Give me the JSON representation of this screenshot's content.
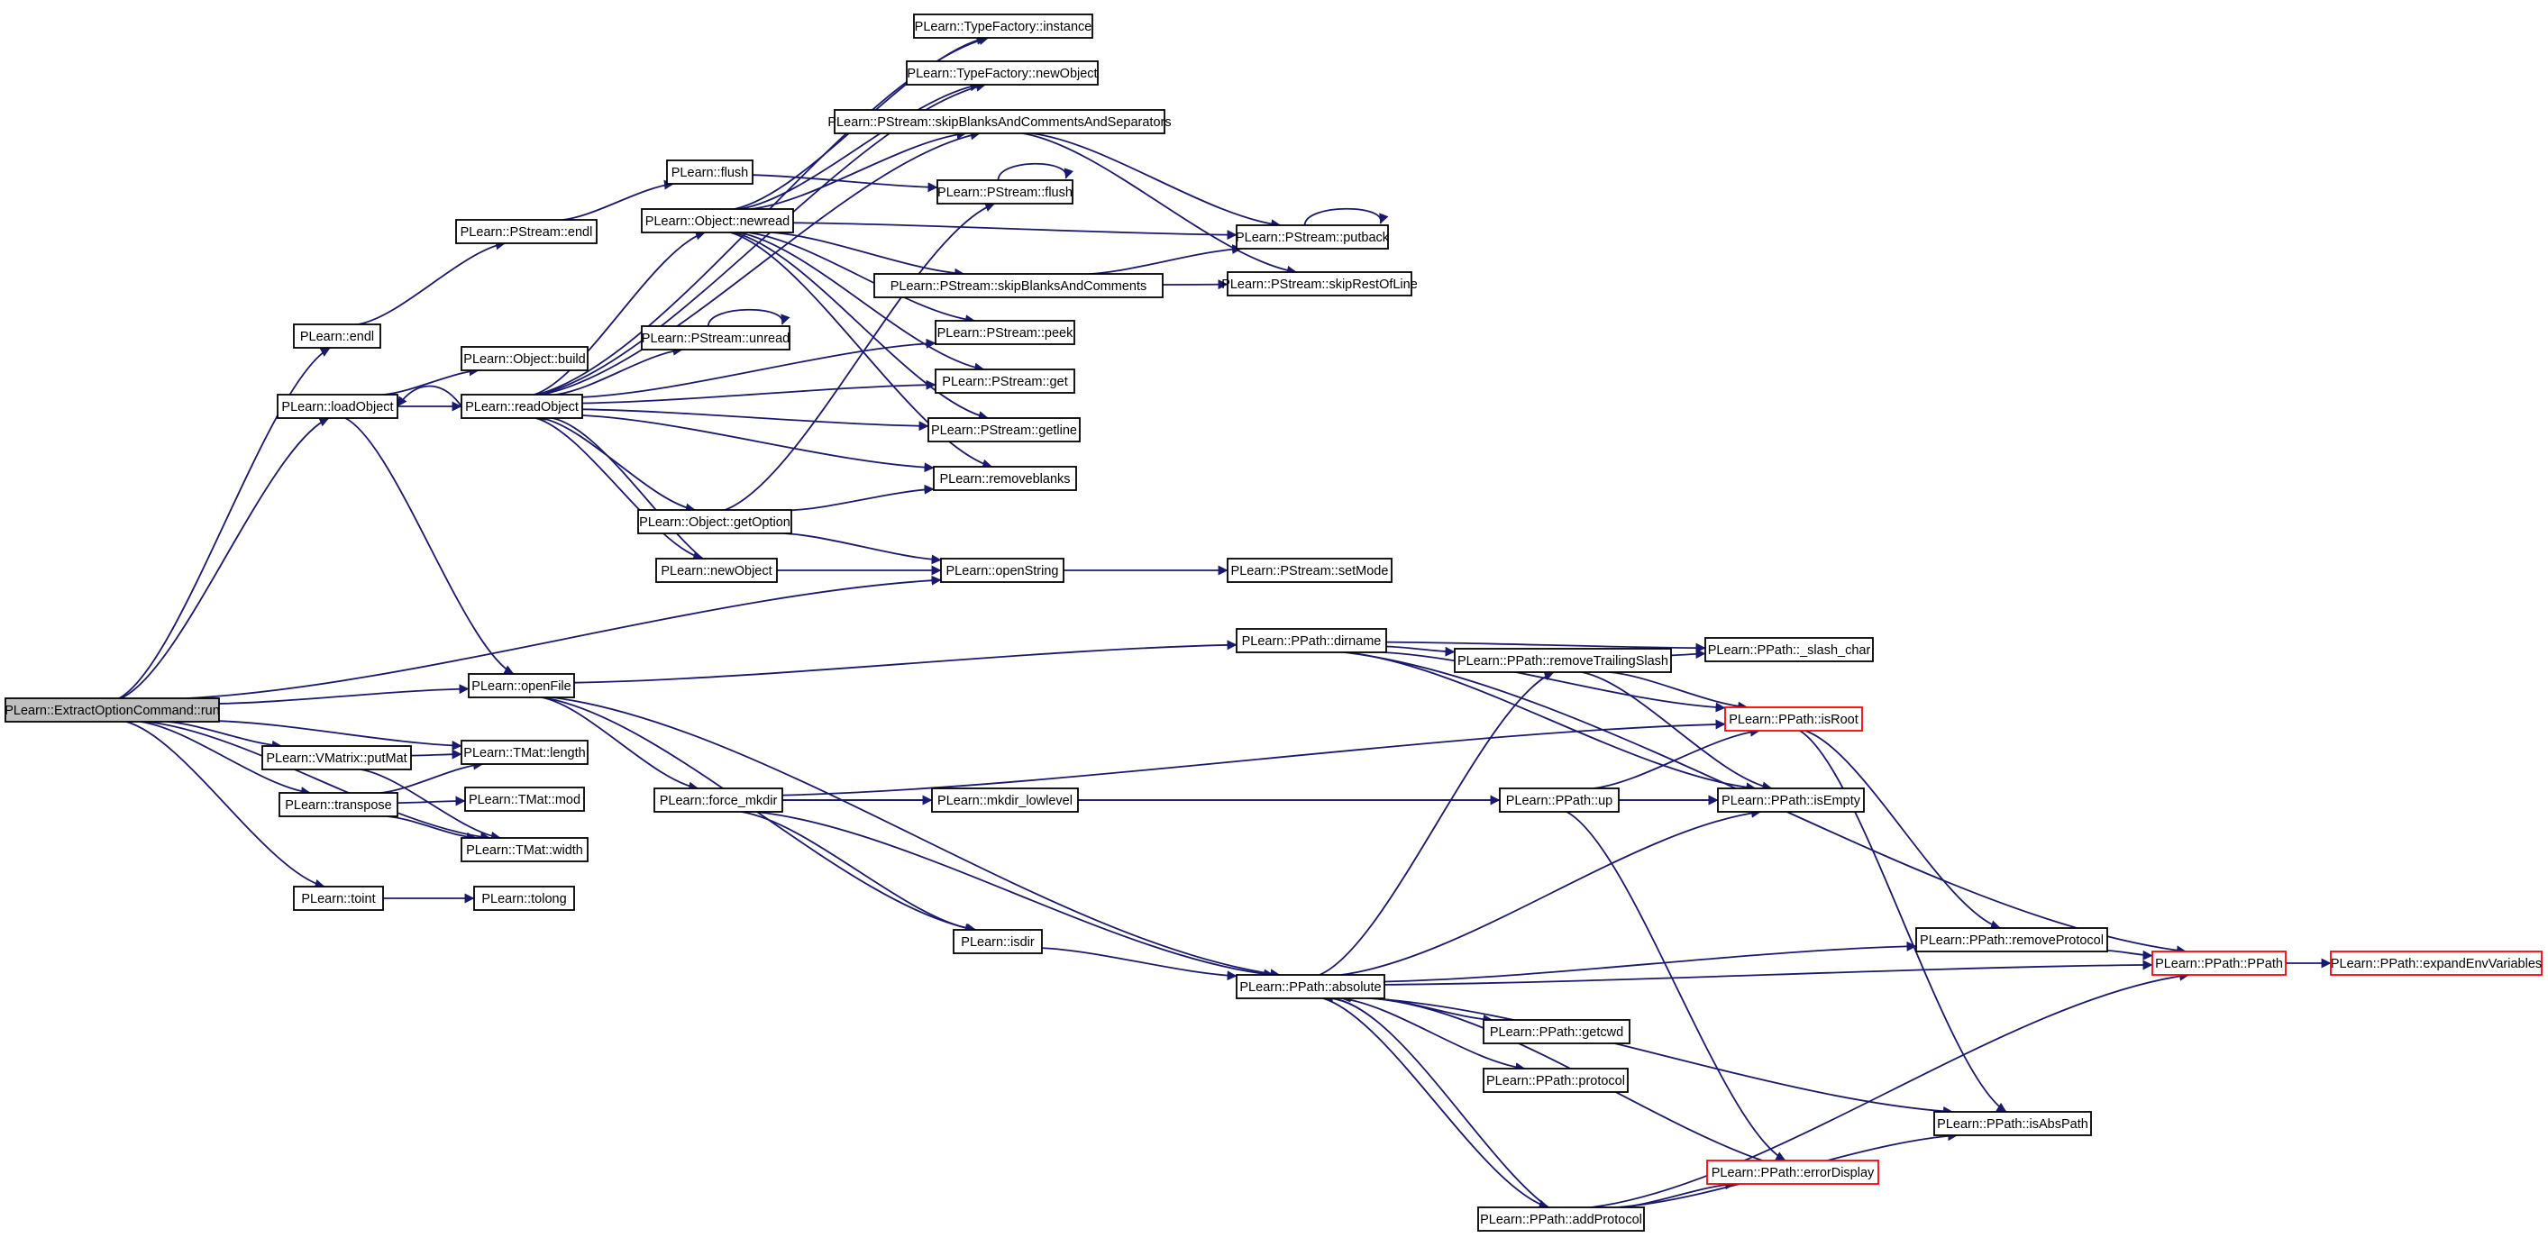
{
  "graph": {
    "edge_color": "#191970",
    "node_fill": "#ffffff",
    "root_fill": "#bfbfbf",
    "truncated_border_color": "#ff0000",
    "nodes": [
      {
        "id": "run",
        "label": "PLearn::ExtractOptionCommand::run",
        "root": true
      },
      {
        "id": "endl",
        "label": "PLearn::endl"
      },
      {
        "id": "loadObject",
        "label": "PLearn::loadObject"
      },
      {
        "id": "openFile",
        "label": "PLearn::openFile"
      },
      {
        "id": "putMat",
        "label": "PLearn::VMatrix::putMat"
      },
      {
        "id": "transpose",
        "label": "PLearn::transpose"
      },
      {
        "id": "toint",
        "label": "PLearn::toint"
      },
      {
        "id": "pstream_endl",
        "label": "PLearn::PStream::endl"
      },
      {
        "id": "object_build",
        "label": "PLearn::Object::build"
      },
      {
        "id": "readObject",
        "label": "PLearn::readObject"
      },
      {
        "id": "tmat_length",
        "label": "PLearn::TMat::length"
      },
      {
        "id": "tmat_mod",
        "label": "PLearn::TMat::mod"
      },
      {
        "id": "tmat_width",
        "label": "PLearn::TMat::width"
      },
      {
        "id": "tolong",
        "label": "PLearn::tolong"
      },
      {
        "id": "flush",
        "label": "PLearn::flush"
      },
      {
        "id": "newread",
        "label": "PLearn::Object::newread"
      },
      {
        "id": "unread",
        "label": "PLearn::PStream::unread"
      },
      {
        "id": "getOption",
        "label": "PLearn::Object::getOption"
      },
      {
        "id": "newObject",
        "label": "PLearn::newObject"
      },
      {
        "id": "force_mkdir",
        "label": "PLearn::force_mkdir"
      },
      {
        "id": "tf_instance",
        "label": "PLearn::TypeFactory::instance"
      },
      {
        "id": "tf_newObject",
        "label": "PLearn::TypeFactory::newObject"
      },
      {
        "id": "skipBACAS",
        "label": "PLearn::PStream::skipBlanksAndCommentsAndSeparators"
      },
      {
        "id": "ps_flush",
        "label": "PLearn::PStream::flush"
      },
      {
        "id": "skipBAC",
        "label": "PLearn::PStream::skipBlanksAndComments"
      },
      {
        "id": "peek",
        "label": "PLearn::PStream::peek"
      },
      {
        "id": "get",
        "label": "PLearn::PStream::get"
      },
      {
        "id": "getline",
        "label": "PLearn::PStream::getline"
      },
      {
        "id": "removeblanks",
        "label": "PLearn::removeblanks"
      },
      {
        "id": "openString",
        "label": "PLearn::openString"
      },
      {
        "id": "mkdir_lowlevel",
        "label": "PLearn::mkdir_lowlevel"
      },
      {
        "id": "isdir",
        "label": "PLearn::isdir"
      },
      {
        "id": "putback",
        "label": "PLearn::PStream::putback"
      },
      {
        "id": "skipRestOfLine",
        "label": "PLearn::PStream::skipRestOfLine"
      },
      {
        "id": "setMode",
        "label": "PLearn::PStream::setMode"
      },
      {
        "id": "dirname",
        "label": "PLearn::PPath::dirname"
      },
      {
        "id": "absolute",
        "label": "PLearn::PPath::absolute"
      },
      {
        "id": "addProtocol",
        "label": "PLearn::PPath::addProtocol"
      },
      {
        "id": "removeTrailingSlash",
        "label": "PLearn::PPath::removeTrailingSlash"
      },
      {
        "id": "up",
        "label": "PLearn::PPath::up"
      },
      {
        "id": "getcwd",
        "label": "PLearn::PPath::getcwd"
      },
      {
        "id": "protocol",
        "label": "PLearn::PPath::protocol"
      },
      {
        "id": "slash_char",
        "label": "PLearn::PPath::_slash_char"
      },
      {
        "id": "isRoot",
        "label": "PLearn::PPath::isRoot",
        "truncated": true
      },
      {
        "id": "isEmpty",
        "label": "PLearn::PPath::isEmpty"
      },
      {
        "id": "removeProtocol",
        "label": "PLearn::PPath::removeProtocol"
      },
      {
        "id": "isAbsPath",
        "label": "PLearn::PPath::isAbsPath"
      },
      {
        "id": "errorDisplay",
        "label": "PLearn::PPath::errorDisplay",
        "truncated": true
      },
      {
        "id": "ppath",
        "label": "PLearn::PPath::PPath",
        "truncated": true
      },
      {
        "id": "expandEnvVariables",
        "label": "PLearn::PPath::expandEnvVariables",
        "truncated": true
      }
    ],
    "edges": [
      [
        "run",
        "endl"
      ],
      [
        "run",
        "loadObject"
      ],
      [
        "run",
        "openString"
      ],
      [
        "run",
        "openFile"
      ],
      [
        "run",
        "tmat_length"
      ],
      [
        "run",
        "putMat"
      ],
      [
        "run",
        "transpose"
      ],
      [
        "run",
        "tmat_width"
      ],
      [
        "run",
        "toint"
      ],
      [
        "endl",
        "pstream_endl"
      ],
      [
        "pstream_endl",
        "flush"
      ],
      [
        "flush",
        "ps_flush"
      ],
      [
        "loadObject",
        "object_build"
      ],
      [
        "loadObject",
        "readObject"
      ],
      [
        "loadObject",
        "openFile"
      ],
      [
        "readObject",
        "loadObject"
      ],
      [
        "readObject",
        "tf_instance"
      ],
      [
        "readObject",
        "tf_newObject"
      ],
      [
        "readObject",
        "skipBACAS"
      ],
      [
        "readObject",
        "newread"
      ],
      [
        "readObject",
        "unread"
      ],
      [
        "readObject",
        "peek"
      ],
      [
        "readObject",
        "get"
      ],
      [
        "readObject",
        "getline"
      ],
      [
        "readObject",
        "removeblanks"
      ],
      [
        "readObject",
        "getOption"
      ],
      [
        "readObject",
        "newObject"
      ],
      [
        "newread",
        "tf_instance"
      ],
      [
        "newread",
        "tf_newObject"
      ],
      [
        "newread",
        "skipBACAS"
      ],
      [
        "newread",
        "putback"
      ],
      [
        "newread",
        "skipBAC"
      ],
      [
        "newread",
        "peek"
      ],
      [
        "newread",
        "get"
      ],
      [
        "newread",
        "getline"
      ],
      [
        "newread",
        "removeblanks"
      ],
      [
        "unread",
        "unread"
      ],
      [
        "ps_flush",
        "ps_flush"
      ],
      [
        "putback",
        "putback"
      ],
      [
        "skipBACAS",
        "putback"
      ],
      [
        "skipBACAS",
        "skipRestOfLine"
      ],
      [
        "skipBAC",
        "putback"
      ],
      [
        "skipBAC",
        "skipRestOfLine"
      ],
      [
        "getOption",
        "ps_flush"
      ],
      [
        "getOption",
        "removeblanks"
      ],
      [
        "getOption",
        "openString"
      ],
      [
        "newObject",
        "readObject"
      ],
      [
        "newObject",
        "openString"
      ],
      [
        "openString",
        "setMode"
      ],
      [
        "putMat",
        "tmat_length"
      ],
      [
        "putMat",
        "tmat_width"
      ],
      [
        "transpose",
        "tmat_length"
      ],
      [
        "transpose",
        "tmat_mod"
      ],
      [
        "transpose",
        "tmat_width"
      ],
      [
        "toint",
        "tolong"
      ],
      [
        "openFile",
        "dirname"
      ],
      [
        "openFile",
        "force_mkdir"
      ],
      [
        "openFile",
        "isdir"
      ],
      [
        "openFile",
        "absolute"
      ],
      [
        "force_mkdir",
        "isRoot"
      ],
      [
        "force_mkdir",
        "up"
      ],
      [
        "force_mkdir",
        "isEmpty"
      ],
      [
        "force_mkdir",
        "mkdir_lowlevel"
      ],
      [
        "force_mkdir",
        "isdir"
      ],
      [
        "force_mkdir",
        "absolute"
      ],
      [
        "isdir",
        "absolute"
      ],
      [
        "dirname",
        "ppath"
      ],
      [
        "dirname",
        "slash_char"
      ],
      [
        "dirname",
        "removeTrailingSlash"
      ],
      [
        "dirname",
        "isRoot"
      ],
      [
        "dirname",
        "isEmpty"
      ],
      [
        "removeTrailingSlash",
        "isRoot"
      ],
      [
        "removeTrailingSlash",
        "isEmpty"
      ],
      [
        "removeTrailingSlash",
        "slash_char"
      ],
      [
        "up",
        "isRoot"
      ],
      [
        "up",
        "isEmpty"
      ],
      [
        "up",
        "errorDisplay"
      ],
      [
        "isRoot",
        "removeProtocol"
      ],
      [
        "isRoot",
        "isAbsPath"
      ],
      [
        "absolute",
        "removeTrailingSlash"
      ],
      [
        "absolute",
        "isEmpty"
      ],
      [
        "absolute",
        "removeProtocol"
      ],
      [
        "absolute",
        "ppath"
      ],
      [
        "absolute",
        "getcwd"
      ],
      [
        "absolute",
        "protocol"
      ],
      [
        "absolute",
        "isAbsPath"
      ],
      [
        "absolute",
        "addProtocol"
      ],
      [
        "errorDisplay",
        "absolute"
      ],
      [
        "addProtocol",
        "absolute"
      ],
      [
        "addProtocol",
        "errorDisplay"
      ],
      [
        "addProtocol",
        "isAbsPath"
      ],
      [
        "addProtocol",
        "ppath"
      ],
      [
        "removeProtocol",
        "ppath"
      ],
      [
        "ppath",
        "expandEnvVariables"
      ]
    ]
  }
}
